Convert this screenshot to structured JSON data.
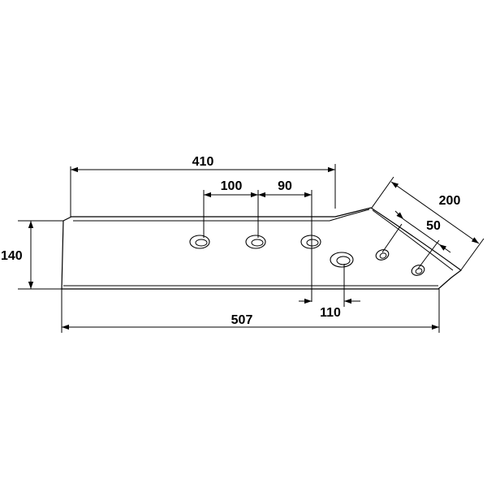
{
  "dimensions": {
    "overall_length": "507",
    "height": "140",
    "straight_length": "410",
    "hole_spacing_1": "100",
    "hole_spacing_2": "90",
    "offset_hole": "110",
    "angled_length": "200",
    "angled_hole_spacing": "50"
  },
  "colors": {
    "line": "#000000",
    "background": "#ffffff"
  }
}
